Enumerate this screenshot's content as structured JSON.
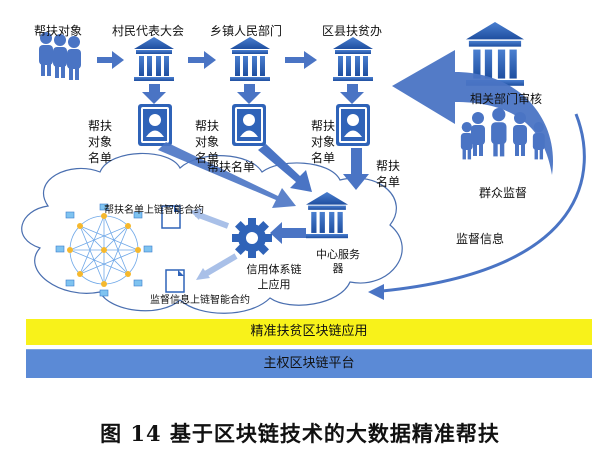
{
  "top_row": {
    "target_persons": "帮扶对象",
    "village_congress": "村民代表大会",
    "township_dept": "乡镇人民部门",
    "county_office": "区县扶贫办"
  },
  "side": {
    "related_dept_review": "相关部门审核",
    "public_supervision": "群众监督",
    "supervision_info": "监督信息"
  },
  "lists": {
    "list_1": "帮扶对象名单",
    "list_2": "帮扶对象名单",
    "list_2_overlap": "帮扶名单",
    "list_3": "帮扶对象名单",
    "list_4": "帮扶名单"
  },
  "cloud": {
    "help_list_contract": "帮扶名单上链智能合约",
    "supervision_contract": "监督信息上链智能合约",
    "credit_system": "信用体系链上应用",
    "center_server": "中心服务器"
  },
  "bars": {
    "app_layer": "精准扶贫区块链应用",
    "platform_layer": "主权区块链平台"
  },
  "caption": "图 14  基于区块链技术的大数据精准帮扶",
  "colors": {
    "arrow": "#4a74c4",
    "icon": "#2f63b8",
    "yellow_bar": "#f8f21a",
    "blue_bar": "#5b8ad6"
  }
}
